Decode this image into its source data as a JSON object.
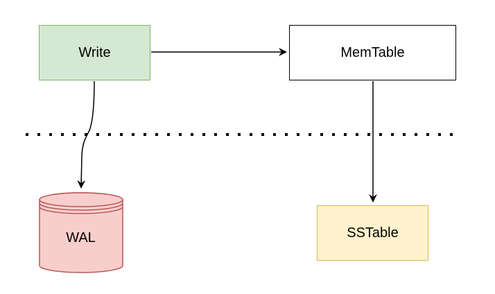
{
  "diagram": {
    "nodes": {
      "write": {
        "label": "Write",
        "fill": "#d5e8d4",
        "stroke": "#82b366"
      },
      "memtable": {
        "label": "MemTable",
        "fill": "#ffffff",
        "stroke": "#000000"
      },
      "wal": {
        "label": "WAL",
        "shape": "database-cylinder",
        "fill": "#f8cecc",
        "stroke": "#b85450"
      },
      "sstable": {
        "label": "SSTable",
        "fill": "#fff2cc",
        "stroke": "#d6b656"
      }
    },
    "edges": [
      {
        "from": "write",
        "to": "memtable"
      },
      {
        "from": "write",
        "to": "wal"
      },
      {
        "from": "memtable",
        "to": "sstable"
      }
    ],
    "separator": {
      "style": "dotted",
      "color": "#000000"
    }
  }
}
